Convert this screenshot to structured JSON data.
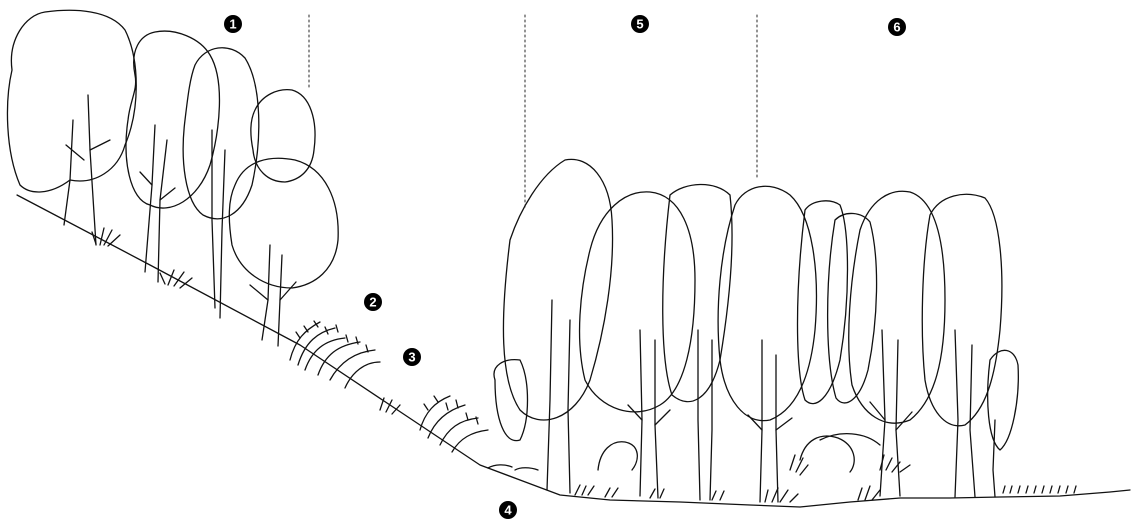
{
  "zone_markers": [
    {
      "label": "1"
    },
    {
      "label": "2"
    },
    {
      "label": "3"
    },
    {
      "label": "4"
    },
    {
      "label": "5"
    },
    {
      "label": "6"
    }
  ],
  "colors": {
    "line": "#111111",
    "marker_fill": "#000000",
    "marker_text": "#ffffff",
    "background": "#ffffff"
  }
}
